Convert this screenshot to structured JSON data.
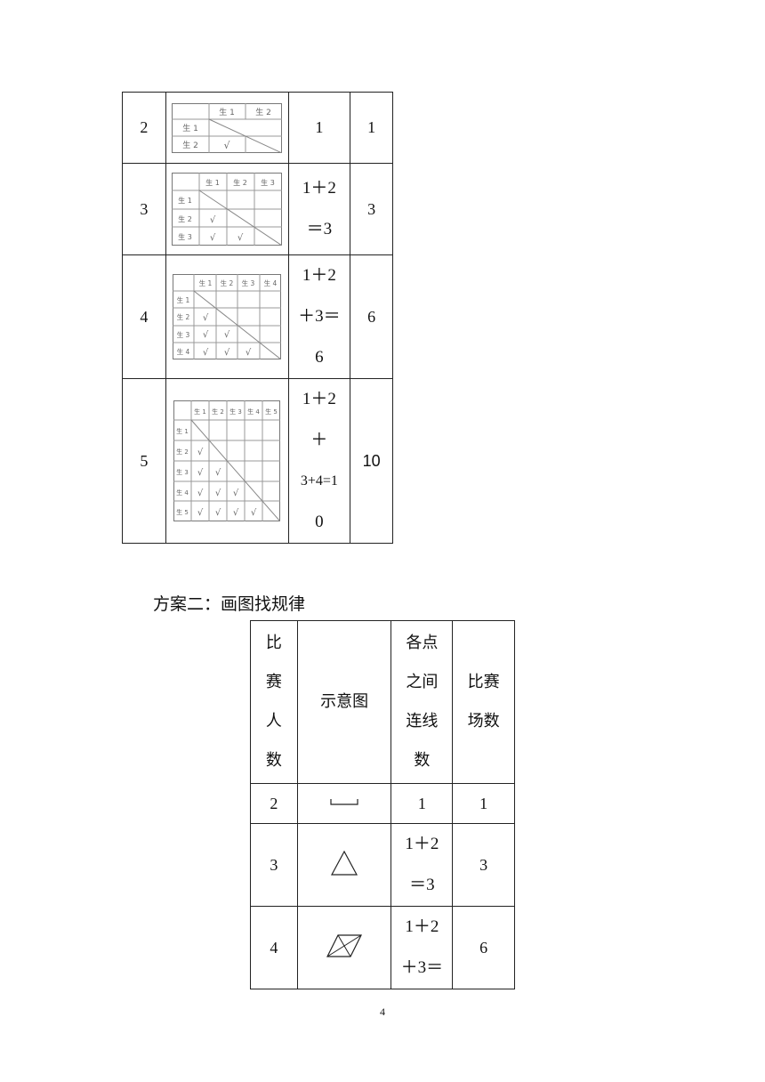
{
  "table1": {
    "rows": [
      {
        "people": "2",
        "sum_lines": [
          "1"
        ],
        "matches": "1",
        "grid": {
          "labels": [
            "生 1",
            "生 2"
          ],
          "checks": [
            "√"
          ]
        }
      },
      {
        "people": "3",
        "sum_lines": [
          "1＋2",
          "＝3"
        ],
        "matches": "3",
        "grid": {
          "labels": [
            "生 1",
            "生 2",
            "生 3"
          ],
          "checks": [
            "√",
            "√",
            "√"
          ]
        }
      },
      {
        "people": "4",
        "sum_lines": [
          "1＋2",
          "＋3＝",
          "6"
        ],
        "matches": "6",
        "grid": {
          "labels": [
            "生 1",
            "生 2",
            "生 3",
            "生 4"
          ],
          "checks": [
            "√",
            "√",
            "√",
            "√",
            "√",
            "√"
          ]
        }
      },
      {
        "people": "5",
        "sum_lines": [
          "1＋2",
          "＋",
          "3+4=1",
          "0"
        ],
        "matches": "10",
        "grid": {
          "labels": [
            "生 1",
            "生 2",
            "生 3",
            "生 4",
            "生 5"
          ],
          "checks": [
            "√",
            "√",
            "√",
            "√",
            "√",
            "√",
            "√",
            "√",
            "√",
            "√"
          ]
        }
      }
    ]
  },
  "section2": {
    "title": "方案二：画图找规律"
  },
  "table2": {
    "headers": {
      "people": [
        "比",
        "赛",
        "人",
        "数"
      ],
      "diagram": "示意图",
      "lines": [
        "各点",
        "之间",
        "连线",
        "数"
      ],
      "matches": [
        "比赛",
        "场数"
      ]
    },
    "rows": [
      {
        "people": "2",
        "sum_lines": [
          "1"
        ],
        "matches": "1"
      },
      {
        "people": "3",
        "sum_lines": [
          "1＋2",
          "＝3"
        ],
        "matches": "3"
      },
      {
        "people": "4",
        "sum_lines": [
          "1＋2",
          "＋3＝"
        ],
        "matches": "6"
      }
    ]
  },
  "page_number": "4"
}
